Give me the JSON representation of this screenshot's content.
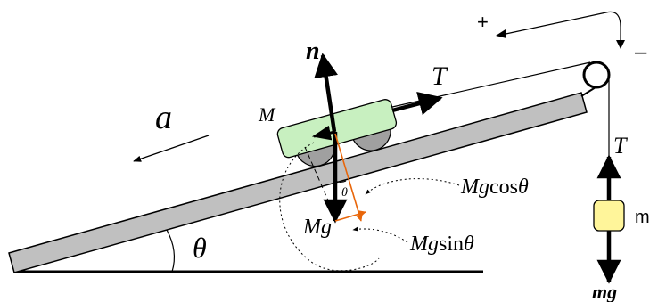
{
  "diagram": {
    "labels": {
      "plus_sign": "+",
      "minus_sign": "–",
      "normal_force": "n",
      "tension_cart": "T",
      "acceleration": "a",
      "cart_mass": "M",
      "cart_weight": "Mg",
      "mg_cos_prefix": "Mg",
      "mg_cos_func": "cos",
      "mg_cos_theta": "θ",
      "mg_sin_prefix": "Mg",
      "mg_sin_func": "sin",
      "mg_sin_theta": "θ",
      "tension_hanging": "T",
      "hanging_mass": "m",
      "hanging_weight": "mg",
      "incline_angle": "θ",
      "small_angle": "θ"
    },
    "colors": {
      "incline_fill": "#c0c0c0",
      "cart_fill": "#c8f0c0",
      "wheel_fill": "#a0a0a0",
      "hanging_block_fill": "#fff59a",
      "component_arrows": "#e8660a",
      "lines": "#000000"
    },
    "icons": [
      "pulley-icon",
      "sign-convention-arrow-icon"
    ]
  }
}
